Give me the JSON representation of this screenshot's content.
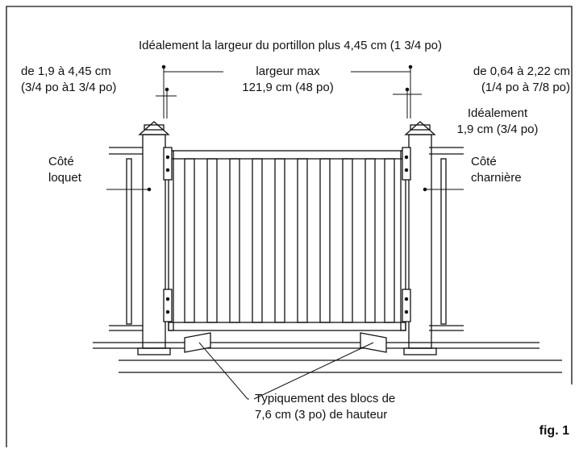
{
  "figure": {
    "title_top": "Idéalement la largeur du portillon plus 4,45 cm (1 3/4 po)",
    "left_gap_line1": "de 1,9 à 4,45 cm",
    "left_gap_line2": "(3/4 po à1 3/4 po)",
    "max_width_line1": "largeur max",
    "max_width_line2": "121,9 cm (48 po)",
    "right_gap_line1": "de 0,64 à 2,22 cm",
    "right_gap_line2": "(1/4 po à 7/8 po)",
    "right_ideal_line1": "Idéalement",
    "right_ideal_line2": "1,9 cm (3/4 po)",
    "latch_side_line1": "Côté",
    "latch_side_line2": "loquet",
    "hinge_side_line1": "Côté",
    "hinge_side_line2": "charnière",
    "blocks_line1": "Typiquement des blocs de",
    "blocks_line2": "7,6 cm (3 po) de hauteur",
    "fig_label": "fig. 1"
  }
}
